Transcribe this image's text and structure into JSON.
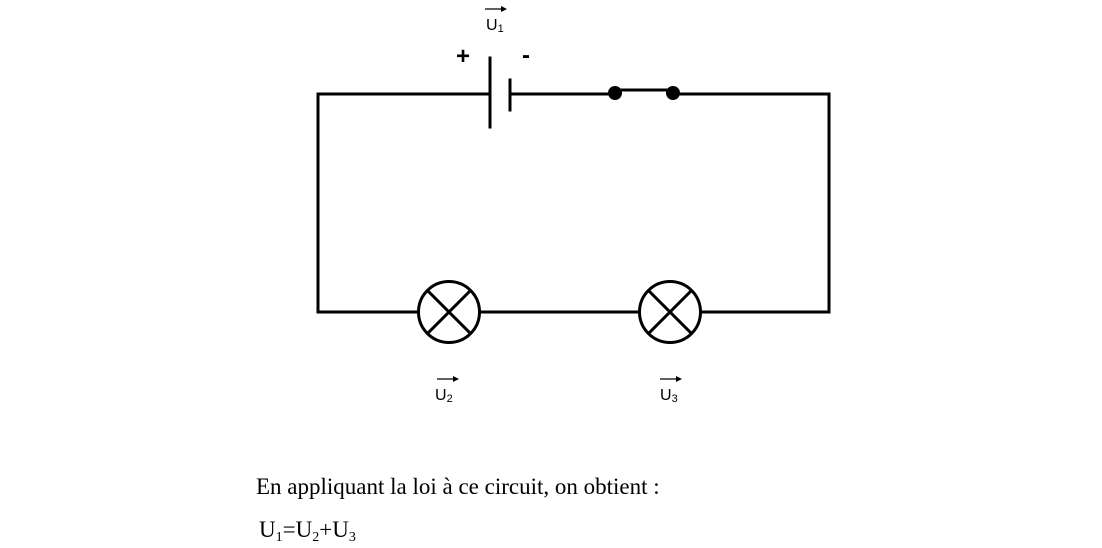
{
  "circuit": {
    "battery": {
      "plus_sign": "+",
      "minus_sign": "-"
    },
    "labels": {
      "u1": {
        "letter": "U",
        "sub": "1"
      },
      "u2": {
        "letter": "U",
        "sub": "2"
      },
      "u3": {
        "letter": "U",
        "sub": "3"
      }
    }
  },
  "text": {
    "sentence": "En appliquant la loi à ce circuit, on obtient :",
    "equation": {
      "t1": "U",
      "s1": "1",
      "op1": "=",
      "t2": "U",
      "s2": "2",
      "op2": "+",
      "t3": "U",
      "s3": "3"
    }
  }
}
